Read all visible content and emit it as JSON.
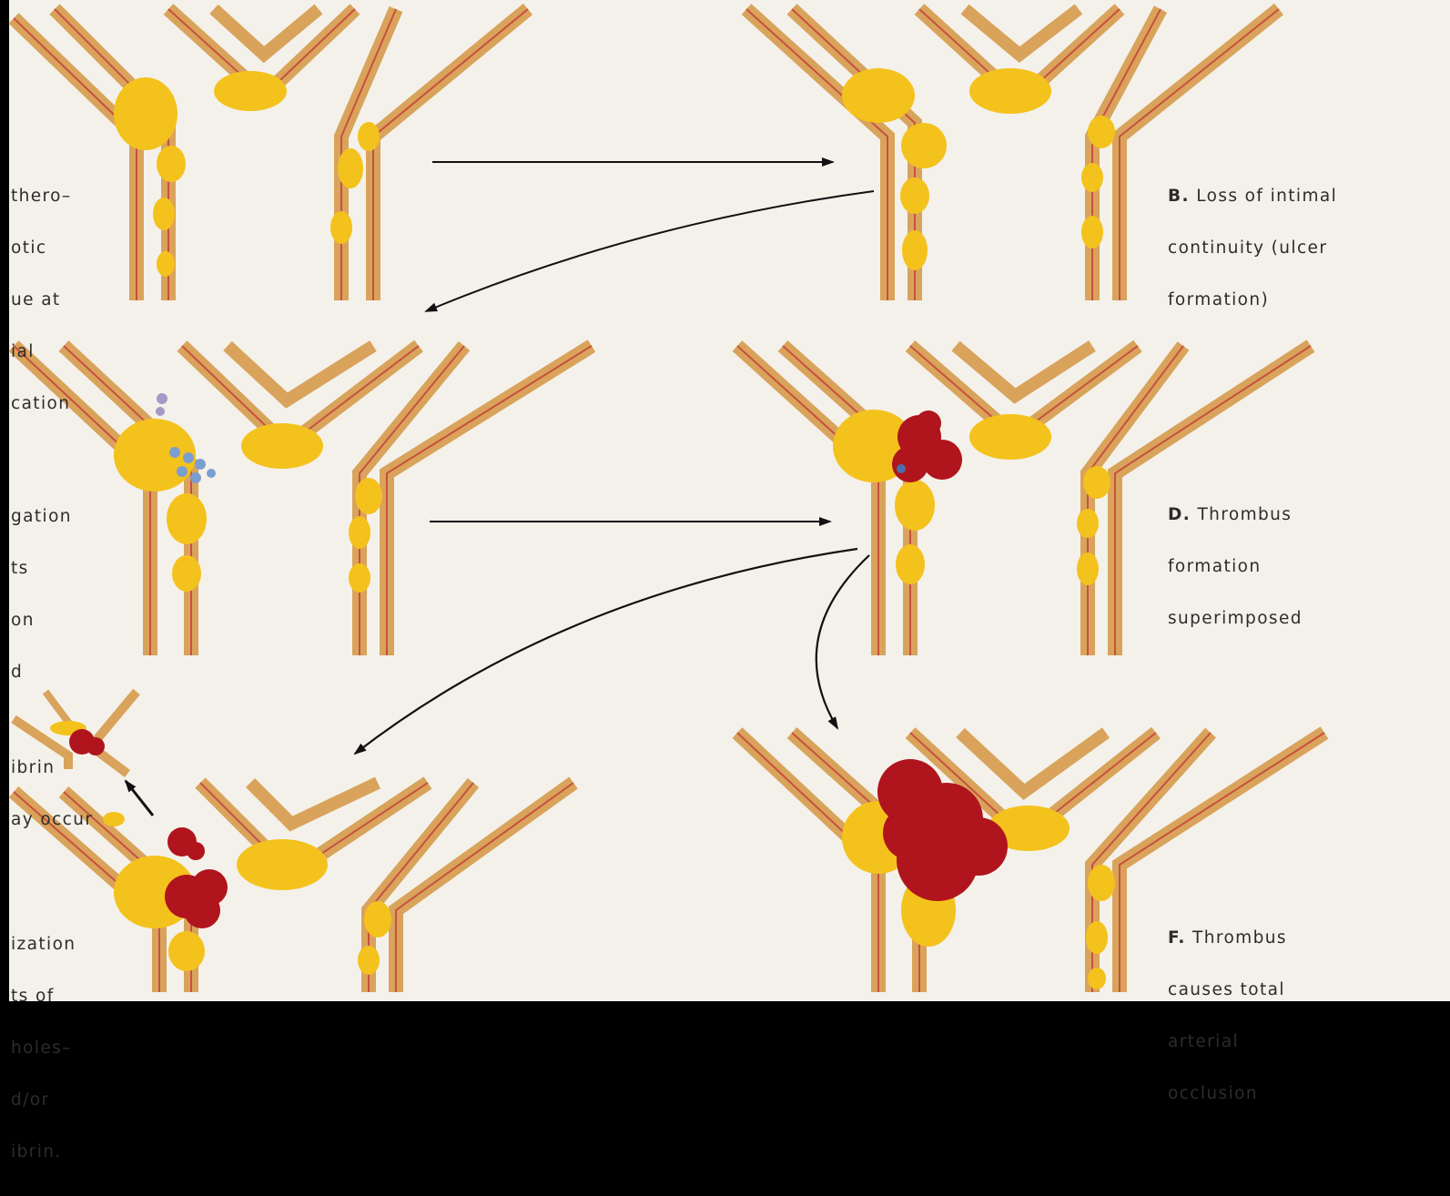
{
  "panels": {
    "a": {
      "lines": [
        "thero–",
        "otic",
        "ue at",
        "ial",
        "cation"
      ]
    },
    "b": {
      "letter": "B.",
      "lines": [
        " Loss of intimal",
        "continuity (ulcer",
        "formation)"
      ]
    },
    "c": {
      "lines": [
        "gation",
        "ts",
        "on",
        "d",
        "",
        "ibrin",
        "ay occur"
      ]
    },
    "d": {
      "letter": "D.",
      "lines": [
        " Thrombus",
        "formation",
        "superimposed"
      ]
    },
    "e": {
      "lines": [
        "ization",
        "ts of",
        "holes–",
        "d/or",
        "ibrin."
      ]
    },
    "f": {
      "letter": "F.",
      "lines": [
        " Thrombus",
        "causes total",
        "arterial",
        "occlusion"
      ]
    }
  },
  "colors": {
    "background": "#f4f1ea",
    "vessel_wall": "#d9a35c",
    "vessel_red": "#c9503c",
    "plaque": "#f4c21c",
    "thrombus": "#b0141c",
    "platelet": "#7a9ed0",
    "arrow": "#111111"
  }
}
